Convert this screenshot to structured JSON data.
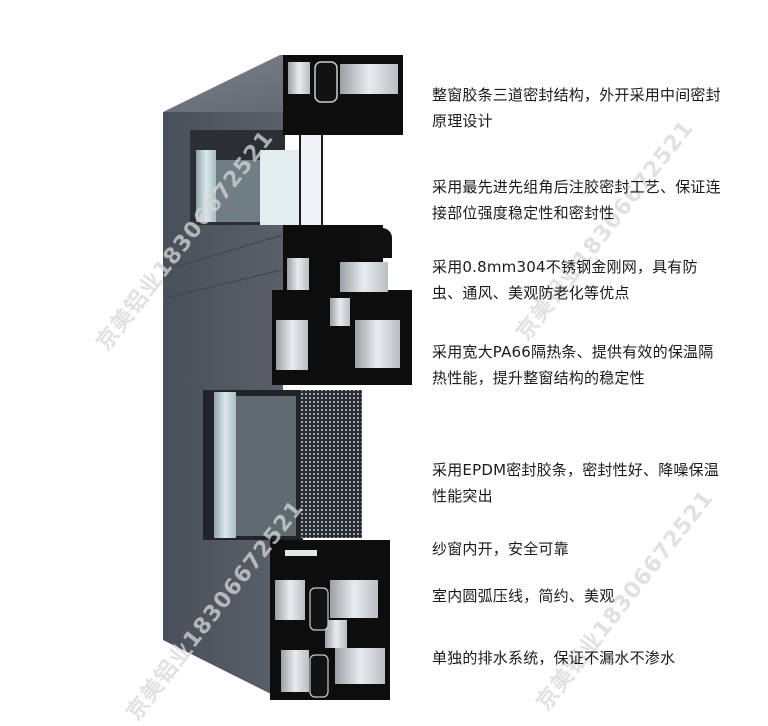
{
  "image": {
    "subject": "aluminum casement window with screen, cross-section profile"
  },
  "features": [
    {
      "text": "整窗胶条三道密封结构，外开采用中间密封原理设计"
    },
    {
      "text": "采用最先进先组角后注胶密封工艺、保证连接部位强度稳定性和密封性"
    },
    {
      "text": "采用0.8mm304不锈钢金刚网，具有防虫、通风、美观防老化等优点"
    },
    {
      "text": "采用宽大PA66隔热条、提供有效的保温隔热性能，提升整窗结构的稳定性"
    },
    {
      "text": "采用EPDM密封胶条，密封性好、降噪保温性能突出"
    },
    {
      "text": "纱窗内开，安全可靠"
    },
    {
      "text": "室内圆弧压线，简约、美观"
    },
    {
      "text": "单独的排水系统，保证不漏水不渗水"
    }
  ],
  "watermarks": [
    {
      "text": "京美铝业18306672521"
    },
    {
      "text": "京美铝业18306672521"
    },
    {
      "text": "京美铝业18306672521"
    },
    {
      "text": "京美铝业18306672521"
    }
  ],
  "colors": {
    "frame_face": "#4f5560",
    "frame_side": "#6b717b",
    "profile_dark": "#0d0d0d",
    "profile_light": "#c9ced3",
    "glass": "#cfe2e6",
    "text": "#1a1a1a",
    "background": "#ffffff"
  }
}
